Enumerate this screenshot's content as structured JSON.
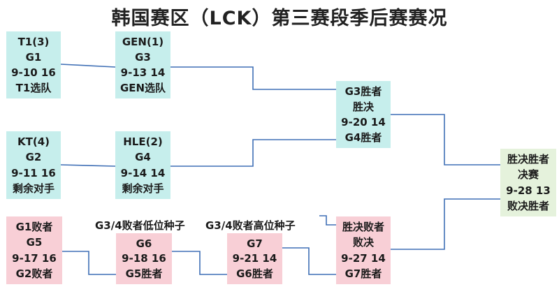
{
  "title": "韩国赛区（LCK）第三赛段季后赛赛况",
  "boxes": {
    "t1": {
      "lines": [
        "T1(3)",
        "G1",
        "9-10 16",
        "T1选队"
      ]
    },
    "gen": {
      "lines": [
        "GEN(1)",
        "G3",
        "9-13 14",
        "GEN选队"
      ]
    },
    "kt": {
      "lines": [
        "KT(4)",
        "G2",
        "9-11 16",
        "剩余对手"
      ]
    },
    "hle": {
      "lines": [
        "HLE(2)",
        "G4",
        "9-14 14",
        "剩余对手"
      ]
    },
    "g3w": {
      "lines": [
        "G3胜者",
        "胜决",
        "9-20 14",
        "G4胜者"
      ]
    },
    "final": {
      "lines": [
        "胜决胜者",
        "决赛",
        "9-28 13",
        "败决胜者"
      ]
    },
    "g5": {
      "lines": [
        "G1败者",
        "G5",
        "9-17 16",
        "G2败者"
      ]
    },
    "g6": {
      "lines": [
        "G6",
        "9-18 16",
        "G5胜者"
      ]
    },
    "g7": {
      "lines": [
        "G7",
        "9-21 14",
        "G6胜者"
      ]
    },
    "lbf": {
      "lines": [
        "胜决败者",
        "败决",
        "9-27 14",
        "G7胜者"
      ]
    }
  },
  "labels": {
    "g6_top": "G3/4败者低位种子",
    "g7_top": "G3/4败者高位种子"
  },
  "colors": {
    "teal": "#c6eeec",
    "pink": "#f8cfd6",
    "green": "#e5f2dc",
    "line": "#3f6fb5"
  }
}
